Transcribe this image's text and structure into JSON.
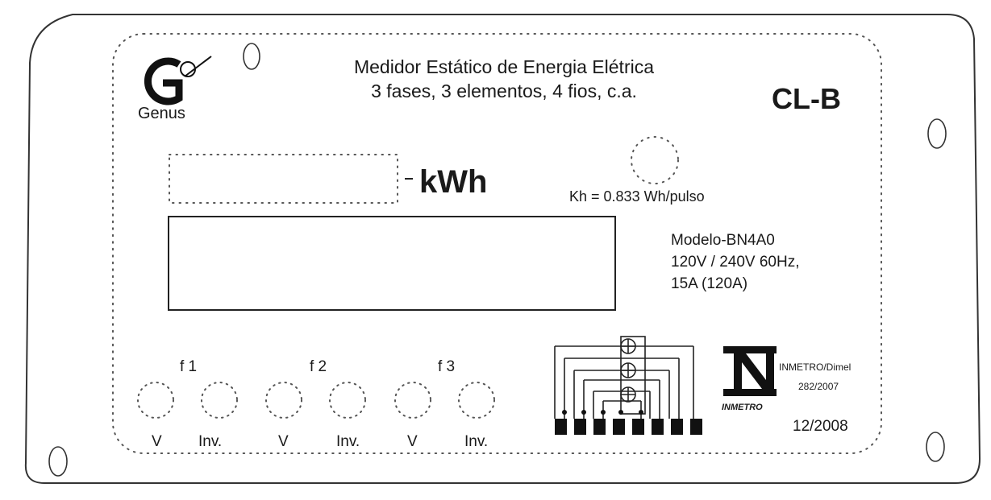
{
  "plate": {
    "title_line1": "Medidor Estático de Energia Elétrica",
    "title_line2": "3 fases, 3 elementos, 4 fios, c.a.",
    "model_code": "CL-B"
  },
  "brand": {
    "name": "Genus",
    "logo_letter": "G"
  },
  "register": {
    "unit": "kWh",
    "separator": "-"
  },
  "pulse": {
    "constant": "Kh = 0.833  Wh/pulso"
  },
  "specs": {
    "model": "Modelo-BN4A0",
    "voltage": "120V / 240V 60Hz,",
    "current": "15A (120A)"
  },
  "phases": [
    {
      "label": "f 1",
      "v": "V",
      "inv": "Inv."
    },
    {
      "label": "f 2",
      "v": "V",
      "inv": "Inv."
    },
    {
      "label": "f 3",
      "v": "V",
      "inv": "Inv."
    }
  ],
  "certification": {
    "line1": "INMETRO/Dimel",
    "line2": "282/2007",
    "mark": "INMETRO"
  },
  "date": "12/2008"
}
